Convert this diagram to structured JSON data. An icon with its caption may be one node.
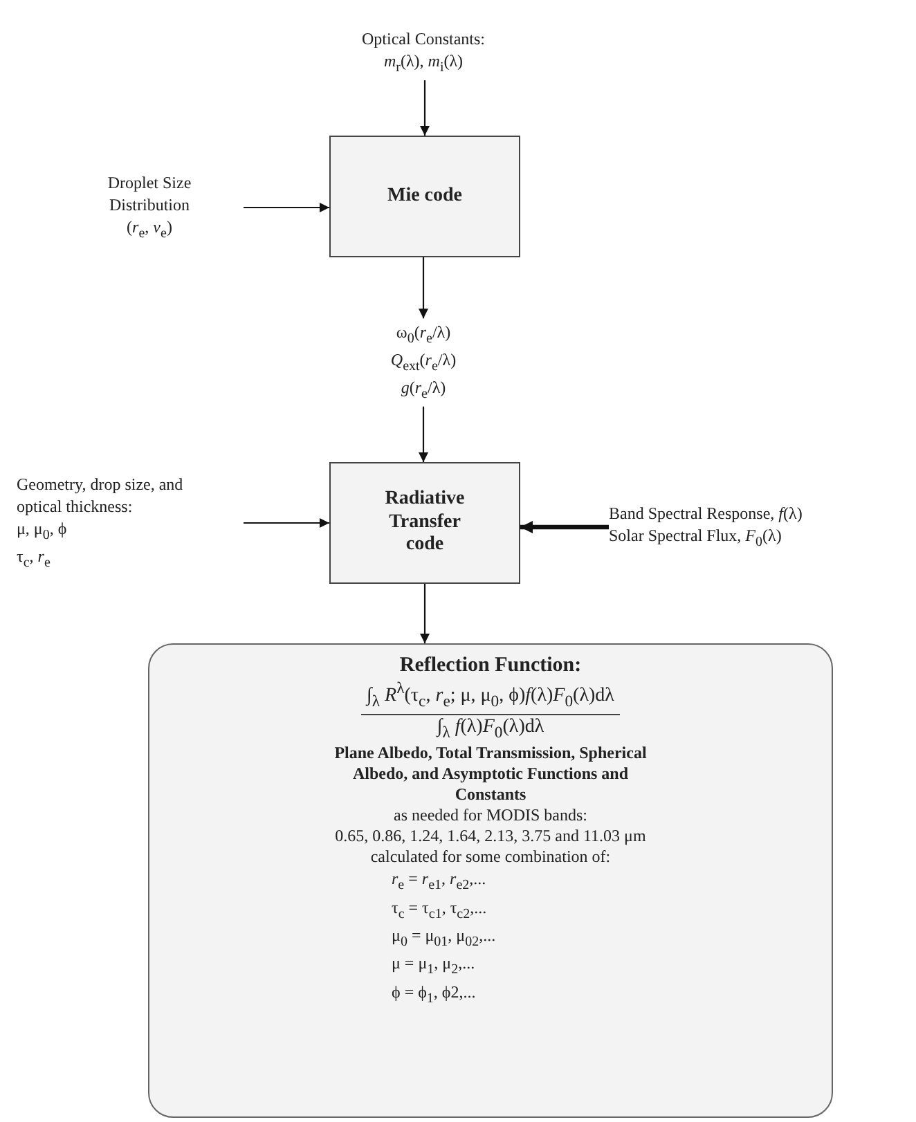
{
  "diagram": {
    "nodes": [
      {
        "text": [
          "Optical Constants:",
          "*m*$_{r}$(λ), *m*$_{i}$(λ)"
        ]
      },
      {
        "text": [
          "Mie code"
        ]
      },
      {
        "text": [
          "Droplet Size Distribution",
          "(*r*$_{e}$, *v*$_{e}$)"
        ]
      },
      {
        "text": [
          "ω$_{0}$(*r*$_{e}$/λ)",
          "*Q*$_{ext}$(*r*$_{e}$/λ)",
          "*g*(*r*$_{e}$/λ)"
        ]
      },
      {
        "text": [
          "Geometry, drop size, and optical thickness:",
          "μ, μ$_{0}$, ϕ",
          "τ$_{c}$, *r*$_{e}$"
        ]
      },
      {
        "text": [
          "Radiative Transfer code"
        ]
      },
      {
        "text": [
          "Band Spectral Response, *f*(λ)",
          "Solar Spectral Flux, *F*$_{0}$(λ)"
        ]
      },
      {
        "text": [
          "Reflection Function:",
          "∫$_{λ}$ *R*$^{λ}$(τ$_{c}$, *r*$_{e}$; μ, μ$_{0}$, ϕ)*f*(λ)*F*$_{0}$(λ)dλ",
          "∫$_{λ}$ *f*(λ)*F*$_{0}$(λ)dλ",
          "Plane Albedo, Total Transmission, Spherical Albedo, and Asymptotic Functions and Constants",
          "as needed for MODIS bands:",
          "0.65, 0.86, 1.24, 1.64, 2.13, 3.75 and 11.03 μm",
          "calculated for some combination of:",
          "*r*$_{e}$ = *r*$_{e1}$, *r*$_{e2}$,...",
          "τ$_{c}$ = τ$_{c1}$, τ$_{c2}$,...",
          "μ$_{0}$ = μ$_{01}$, μ$_{02}$,...",
          "μ = μ$_{1}$, μ$_{2}$,...",
          "ϕ = ϕ$_{1}$, ϕ2,..."
        ]
      }
    ],
    "edges": [
      {
        "from": 0,
        "to": 1,
        "arrow": "to"
      },
      {
        "from": 2,
        "to": 1,
        "arrow": "to"
      },
      {
        "from": 1,
        "to": 3,
        "arrow": "to"
      },
      {
        "from": 3,
        "to": 5,
        "arrow": "to"
      },
      {
        "from": 4,
        "to": 5,
        "arrow": "to"
      },
      {
        "from": 6,
        "to": 5,
        "arrow": "to",
        "style": "thick"
      },
      {
        "from": 5,
        "to": 7,
        "arrow": "to"
      }
    ]
  }
}
